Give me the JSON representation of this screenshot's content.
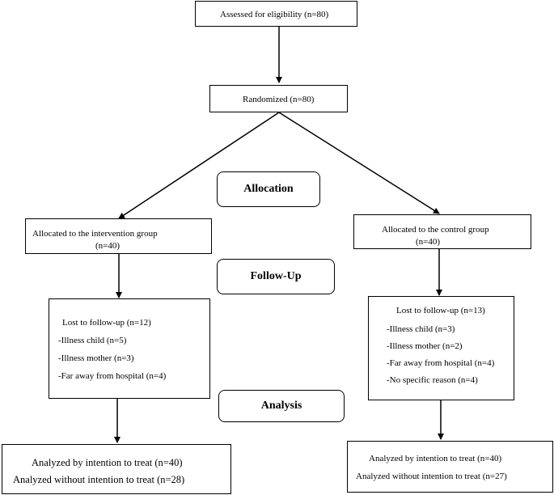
{
  "enrollment": {
    "assessed": "Assessed for eligibility (n=80)",
    "randomized": "Randomized (n=80)"
  },
  "stages": {
    "allocation": "Allocation",
    "follow_up": "Follow-Up",
    "analysis": "Analysis"
  },
  "intervention": {
    "allocated_line1": "Allocated to the intervention group",
    "allocated_line2": "(n=40)",
    "lost_title": "Lost to follow-up (n=12)",
    "lost_items": [
      "-Illness child (n=5)",
      "-Illness mother (n=3)",
      "-Far away from hospital (n=4)"
    ],
    "analyzed_itt": "Analyzed by intention to treat (n=40)",
    "analyzed_no_itt": "Analyzed without intention to treat (n=28)"
  },
  "control": {
    "allocated_line1": "Allocated to the control group",
    "allocated_line2": "(n=40)",
    "lost_title": "Lost to follow-up (n=13)",
    "lost_items": [
      "-Illness child (n=3)",
      "-Illness mother (n=2)",
      "-Far away from hospital (n=4)",
      "-No specific reason (n=4)"
    ],
    "analyzed_itt": "Analyzed by intention to treat (n=40)",
    "analyzed_no_itt": "Analyzed without intention to treat (n=27)"
  }
}
